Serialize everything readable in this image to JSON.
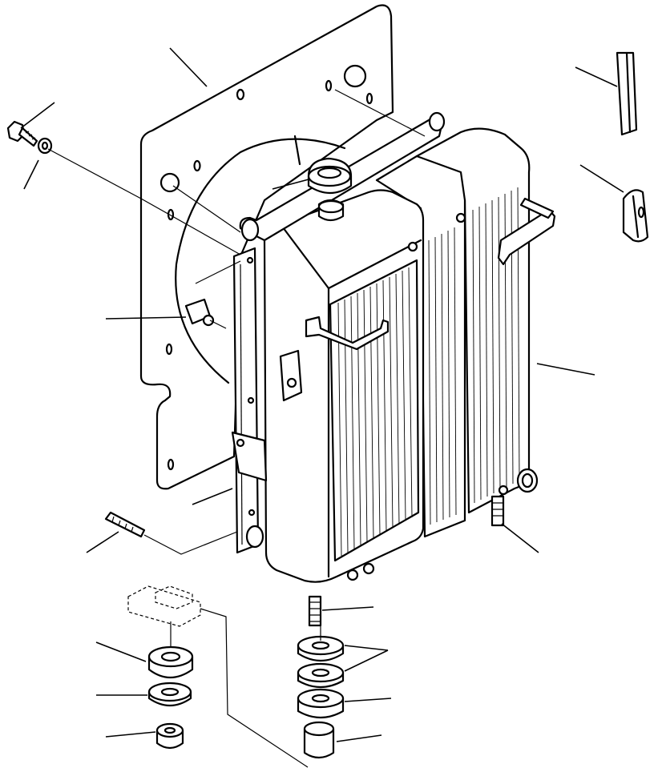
{
  "diagram": {
    "kind": "exploded-parts-view",
    "subject_icon": "radiator-assembly-icon",
    "colors": {
      "ink": "#000000",
      "paper": "#ffffff"
    },
    "callouts": [
      {
        "id": "shroud-plate",
        "label": ""
      },
      {
        "id": "strip",
        "label": ""
      },
      {
        "id": "bolt",
        "label": ""
      },
      {
        "id": "washer",
        "label": ""
      },
      {
        "id": "cap",
        "label": ""
      },
      {
        "id": "clip",
        "label": ""
      },
      {
        "id": "sensor",
        "label": ""
      },
      {
        "id": "radiator-core",
        "label": ""
      },
      {
        "id": "side-bar",
        "label": ""
      },
      {
        "id": "stud-left",
        "label": ""
      },
      {
        "id": "stud-right",
        "label": ""
      },
      {
        "id": "stud-bottom",
        "label": ""
      },
      {
        "id": "mount-large",
        "label": ""
      },
      {
        "id": "mount-washer",
        "label": ""
      },
      {
        "id": "mount-nut",
        "label": ""
      },
      {
        "id": "rubber-pair",
        "label": ""
      },
      {
        "id": "rubber-lower",
        "label": ""
      },
      {
        "id": "sleeve",
        "label": ""
      }
    ]
  }
}
